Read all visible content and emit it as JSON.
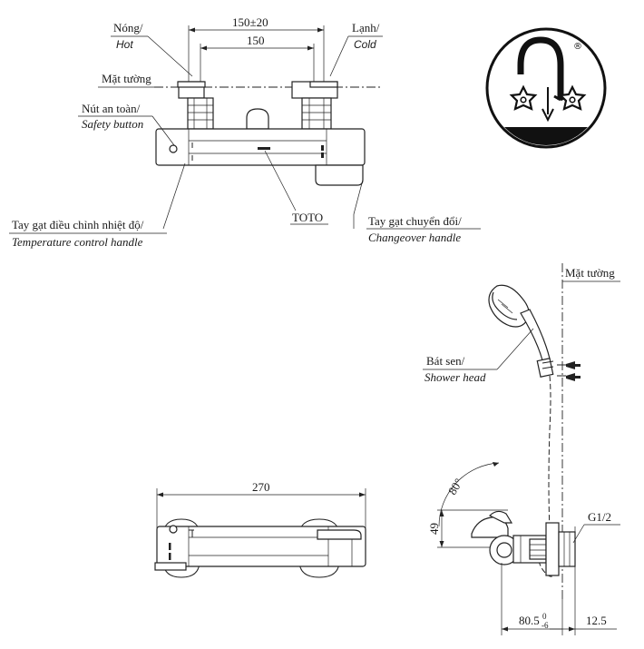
{
  "top_view": {
    "hot_vi": "Nóng/",
    "hot_en": "Hot",
    "cold_vi": "Lạnh/",
    "cold_en": "Cold",
    "dim_outer": "150±20",
    "dim_inner": "150",
    "wall_label": "Mặt tường",
    "safety_vi": "Nút an toàn/",
    "safety_en": "Safety button",
    "brand": "TOTO",
    "temp_vi": "Tay gạt điều chỉnh nhiệt độ/",
    "temp_en": "Temperature control handle",
    "change_vi": "Tay gạt chuyển đổi/",
    "change_en": "Changeover handle"
  },
  "logo": {
    "registered": "®"
  },
  "side_view": {
    "wall_label": "Mặt tường",
    "shower_vi": "Bát sen/",
    "shower_en": "Shower head",
    "angle": "80°",
    "height": "49",
    "thread": "G1/2",
    "depth": "80.5",
    "depth_tol_upper": "0",
    "depth_tol_lower": "-6",
    "wall_offset": "12.5"
  },
  "front_view": {
    "length": "270"
  },
  "colors": {
    "line": "#222222",
    "background": "#ffffff"
  }
}
